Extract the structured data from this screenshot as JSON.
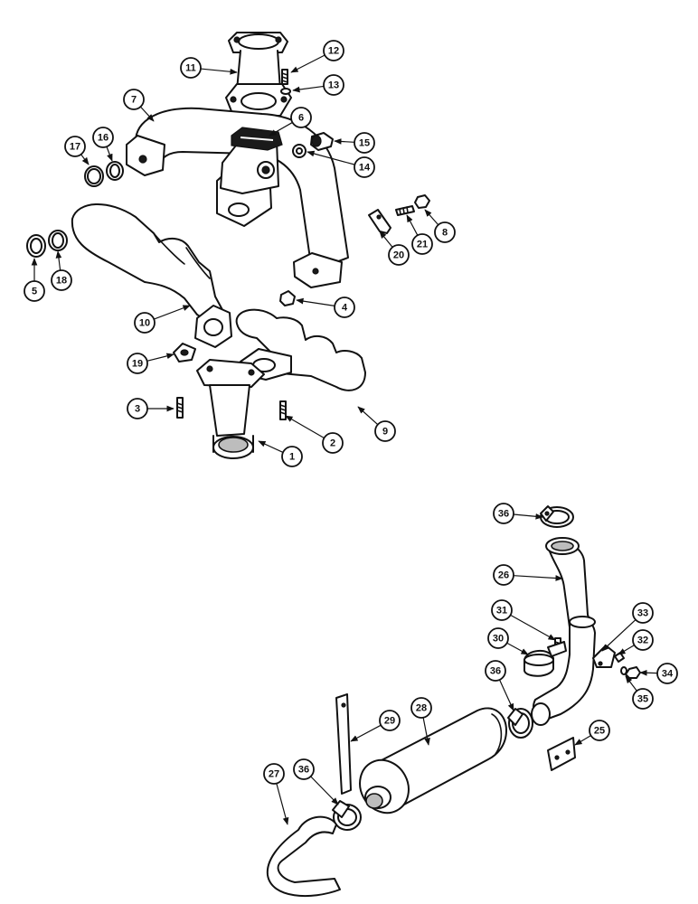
{
  "callouts": [
    {
      "number": "1"
    },
    {
      "number": "2"
    },
    {
      "number": "3"
    },
    {
      "number": "4"
    },
    {
      "number": "5"
    },
    {
      "number": "6"
    },
    {
      "number": "7"
    },
    {
      "number": "8"
    },
    {
      "number": "9"
    },
    {
      "number": "10"
    },
    {
      "number": "11"
    },
    {
      "number": "12"
    },
    {
      "number": "13"
    },
    {
      "number": "14"
    },
    {
      "number": "15"
    },
    {
      "number": "16"
    },
    {
      "number": "17"
    },
    {
      "number": "18"
    },
    {
      "number": "19"
    },
    {
      "number": "20"
    },
    {
      "number": "21"
    },
    {
      "number": "25"
    },
    {
      "number": "26"
    },
    {
      "number": "27"
    },
    {
      "number": "28"
    },
    {
      "number": "29"
    },
    {
      "number": "30"
    },
    {
      "number": "31"
    },
    {
      "number": "32"
    },
    {
      "number": "33"
    },
    {
      "number": "34"
    },
    {
      "number": "35"
    },
    {
      "number": "36"
    },
    {
      "number": "36"
    },
    {
      "number": "36"
    }
  ]
}
